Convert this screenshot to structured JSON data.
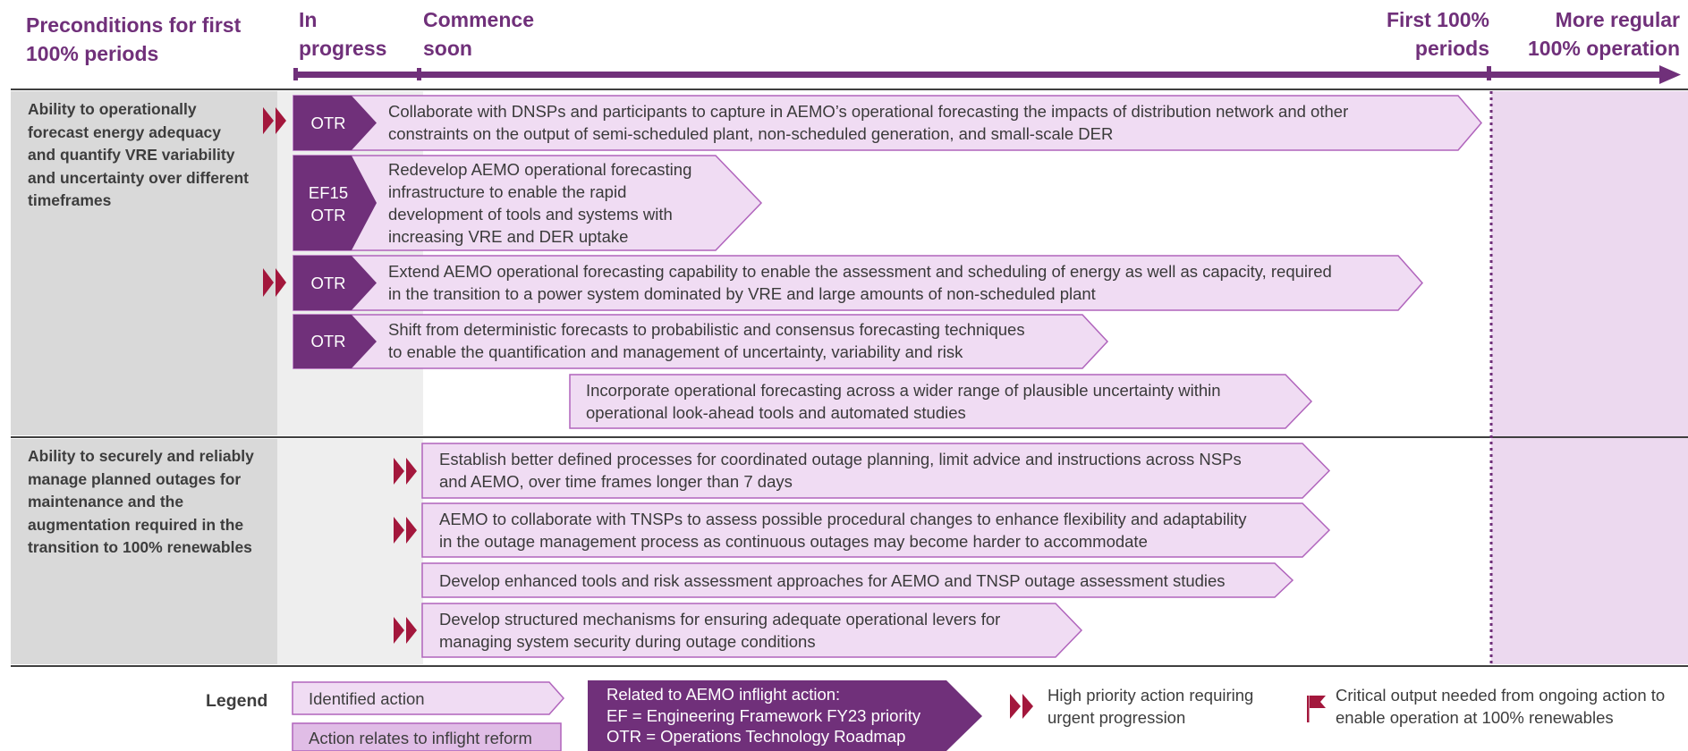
{
  "header": {
    "col_preconditions": "Preconditions for first\n100% periods",
    "col_in_progress": "In\nprogress",
    "col_commence_soon": "Commence\nsoon",
    "col_first_100": "First 100%\nperiods",
    "col_more_regular": "More regular\n100% operation"
  },
  "rows": [
    {
      "label": "Ability to operationally forecast energy adequacy and quantify VRE variability and uncertainty over different timeframes",
      "actions": [
        {
          "tag": "OTR",
          "priority": true,
          "text": "Collaborate with DNSPs and participants to capture in AEMO’s operational forecasting the impacts of distribution network and other\nconstraints on the output of semi-scheduled plant, non-scheduled generation, and small-scale DER"
        },
        {
          "tag": "EF15\nOTR",
          "priority": false,
          "text": "Redevelop AEMO operational forecasting\ninfrastructure to enable the rapid\ndevelopment of tools and systems with\nincreasing VRE and DER uptake"
        },
        {
          "tag": "OTR",
          "priority": true,
          "text": "Extend AEMO operational forecasting capability to enable the assessment and scheduling of energy as well as capacity, required\nin the transition to a power system dominated by VRE and large amounts of non-scheduled plant"
        },
        {
          "tag": "OTR",
          "priority": false,
          "text": "Shift from deterministic forecasts to probabilistic and consensus forecasting techniques\nto enable the quantification and management of uncertainty, variability and risk"
        },
        {
          "tag": "",
          "priority": false,
          "text": "Incorporate operational forecasting across a wider range of plausible uncertainty within\noperational look-ahead tools and automated studies"
        }
      ]
    },
    {
      "label": "Ability to securely and reliably manage planned outages for maintenance and the augmentation required in the transition to 100% renewables",
      "actions": [
        {
          "tag": "",
          "priority": true,
          "text": "Establish better defined processes for coordinated outage planning, limit advice and instructions across NSPs\nand AEMO, over time frames longer than 7 days"
        },
        {
          "tag": "",
          "priority": true,
          "text": "AEMO to collaborate with TNSPs to assess possible procedural changes to enhance flexibility and adaptability\nin the outage management process as continuous outages may become harder to accommodate"
        },
        {
          "tag": "",
          "priority": false,
          "text": "Develop enhanced tools and risk assessment approaches for AEMO and TNSP outage assessment studies"
        },
        {
          "tag": "",
          "priority": true,
          "text": "Develop structured mechanisms for ensuring adequate operational levers for\nmanaging system security during outage conditions"
        }
      ]
    }
  ],
  "legend": {
    "title": "Legend",
    "identified_action": "Identified action",
    "inflight_reform": "Action relates to inflight reform",
    "related_inflight": "Related to AEMO inflight action:\nEF = Engineering Framework FY23 priority\nOTR = Operations Technology Roadmap",
    "high_priority": "High priority action requiring\nurgent progression",
    "critical_output": "Critical output needed from ongoing action to\nenable operation at 100% renewables"
  },
  "colors": {
    "purple_dark": "#70307a",
    "arrow_fill": "#f0dcf3",
    "arrow_border": "#b064bc",
    "priority_red": "#a3173c",
    "row_label_bg": "#d9d9d9",
    "future_bg": "#ecd9ef"
  },
  "icons": {
    "priority": "double-chevron-icon",
    "critical": "flag-icon"
  }
}
